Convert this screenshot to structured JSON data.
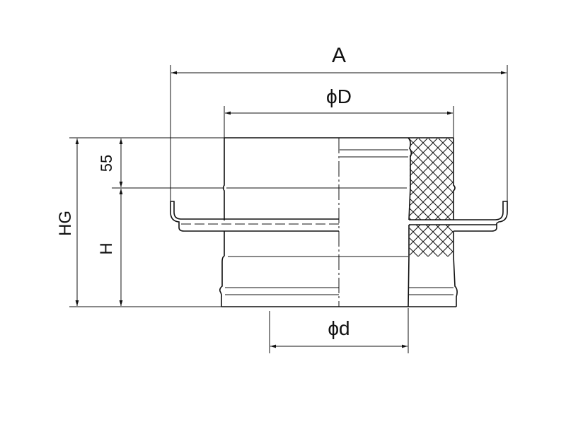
{
  "drawing": {
    "dimensions": {
      "overall_width": "A",
      "outer_diameter": "ϕD",
      "inner_diameter": "ϕd",
      "total_height": "HG",
      "height": "H",
      "top_offset": "55"
    },
    "colors": {
      "line": "#111111",
      "background": "#ffffff"
    }
  }
}
